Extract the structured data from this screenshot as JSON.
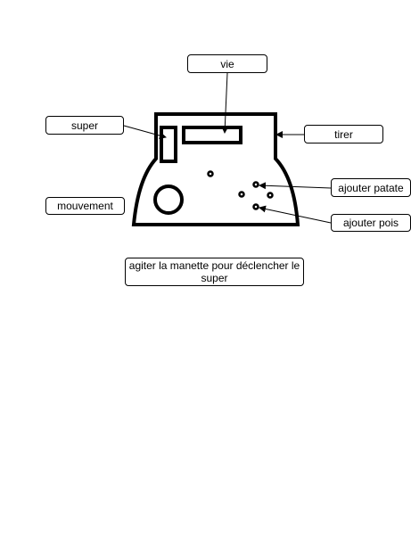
{
  "diagram": {
    "labels": {
      "vie": "vie",
      "super": "super",
      "tirer": "tirer",
      "mouvement": "mouvement",
      "ajouter_patate": "ajouter patate",
      "ajouter_pois": "ajouter pois"
    },
    "note": "agiter la manette pour déclencher le super"
  },
  "colors": {
    "stroke": "#000000",
    "background": "#ffffff"
  }
}
